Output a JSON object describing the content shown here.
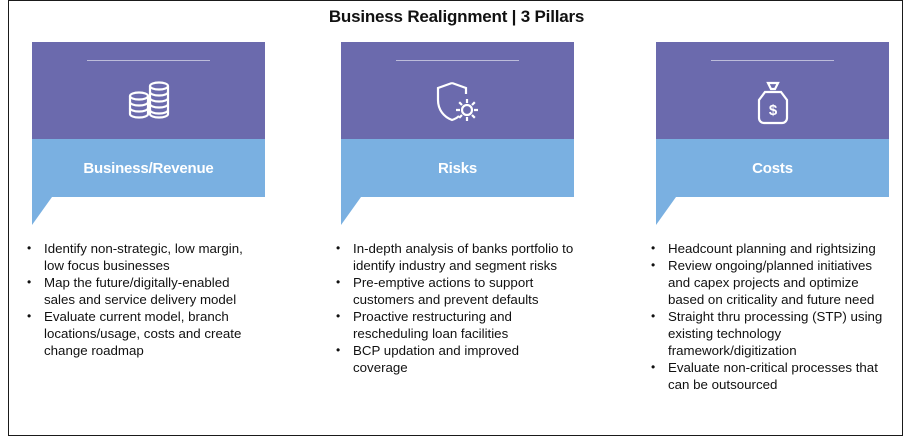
{
  "title": "Business Realignment | 3 Pillars",
  "colors": {
    "purple": "#6b6aad",
    "blue": "#7ab0e1",
    "text": "#111111"
  },
  "pillars": [
    {
      "label": "Business/Revenue",
      "icon": "coins-stack-icon",
      "points": [
        "Identify non-strategic, low margin, low focus businesses",
        "Map the future/digitally-enabled sales and service delivery model",
        "Evaluate current model, branch locations/usage, costs and create change roadmap"
      ]
    },
    {
      "label": "Risks",
      "icon": "shield-gear-icon",
      "points": [
        "In-depth analysis of banks portfolio to identify industry and segment risks",
        "Pre-emptive actions to support customers and prevent defaults",
        "Proactive restructuring and rescheduling loan facilities",
        "BCP updation and improved coverage"
      ]
    },
    {
      "label": "Costs",
      "icon": "price-tag-dollar-icon",
      "points": [
        "Headcount planning and rightsizing",
        "Review ongoing/planned initiatives and capex projects and optimize based on criticality and future need",
        "Straight thru processing (STP) using existing technology framework/digitization",
        "Evaluate non-critical processes that can be outsourced"
      ]
    }
  ]
}
